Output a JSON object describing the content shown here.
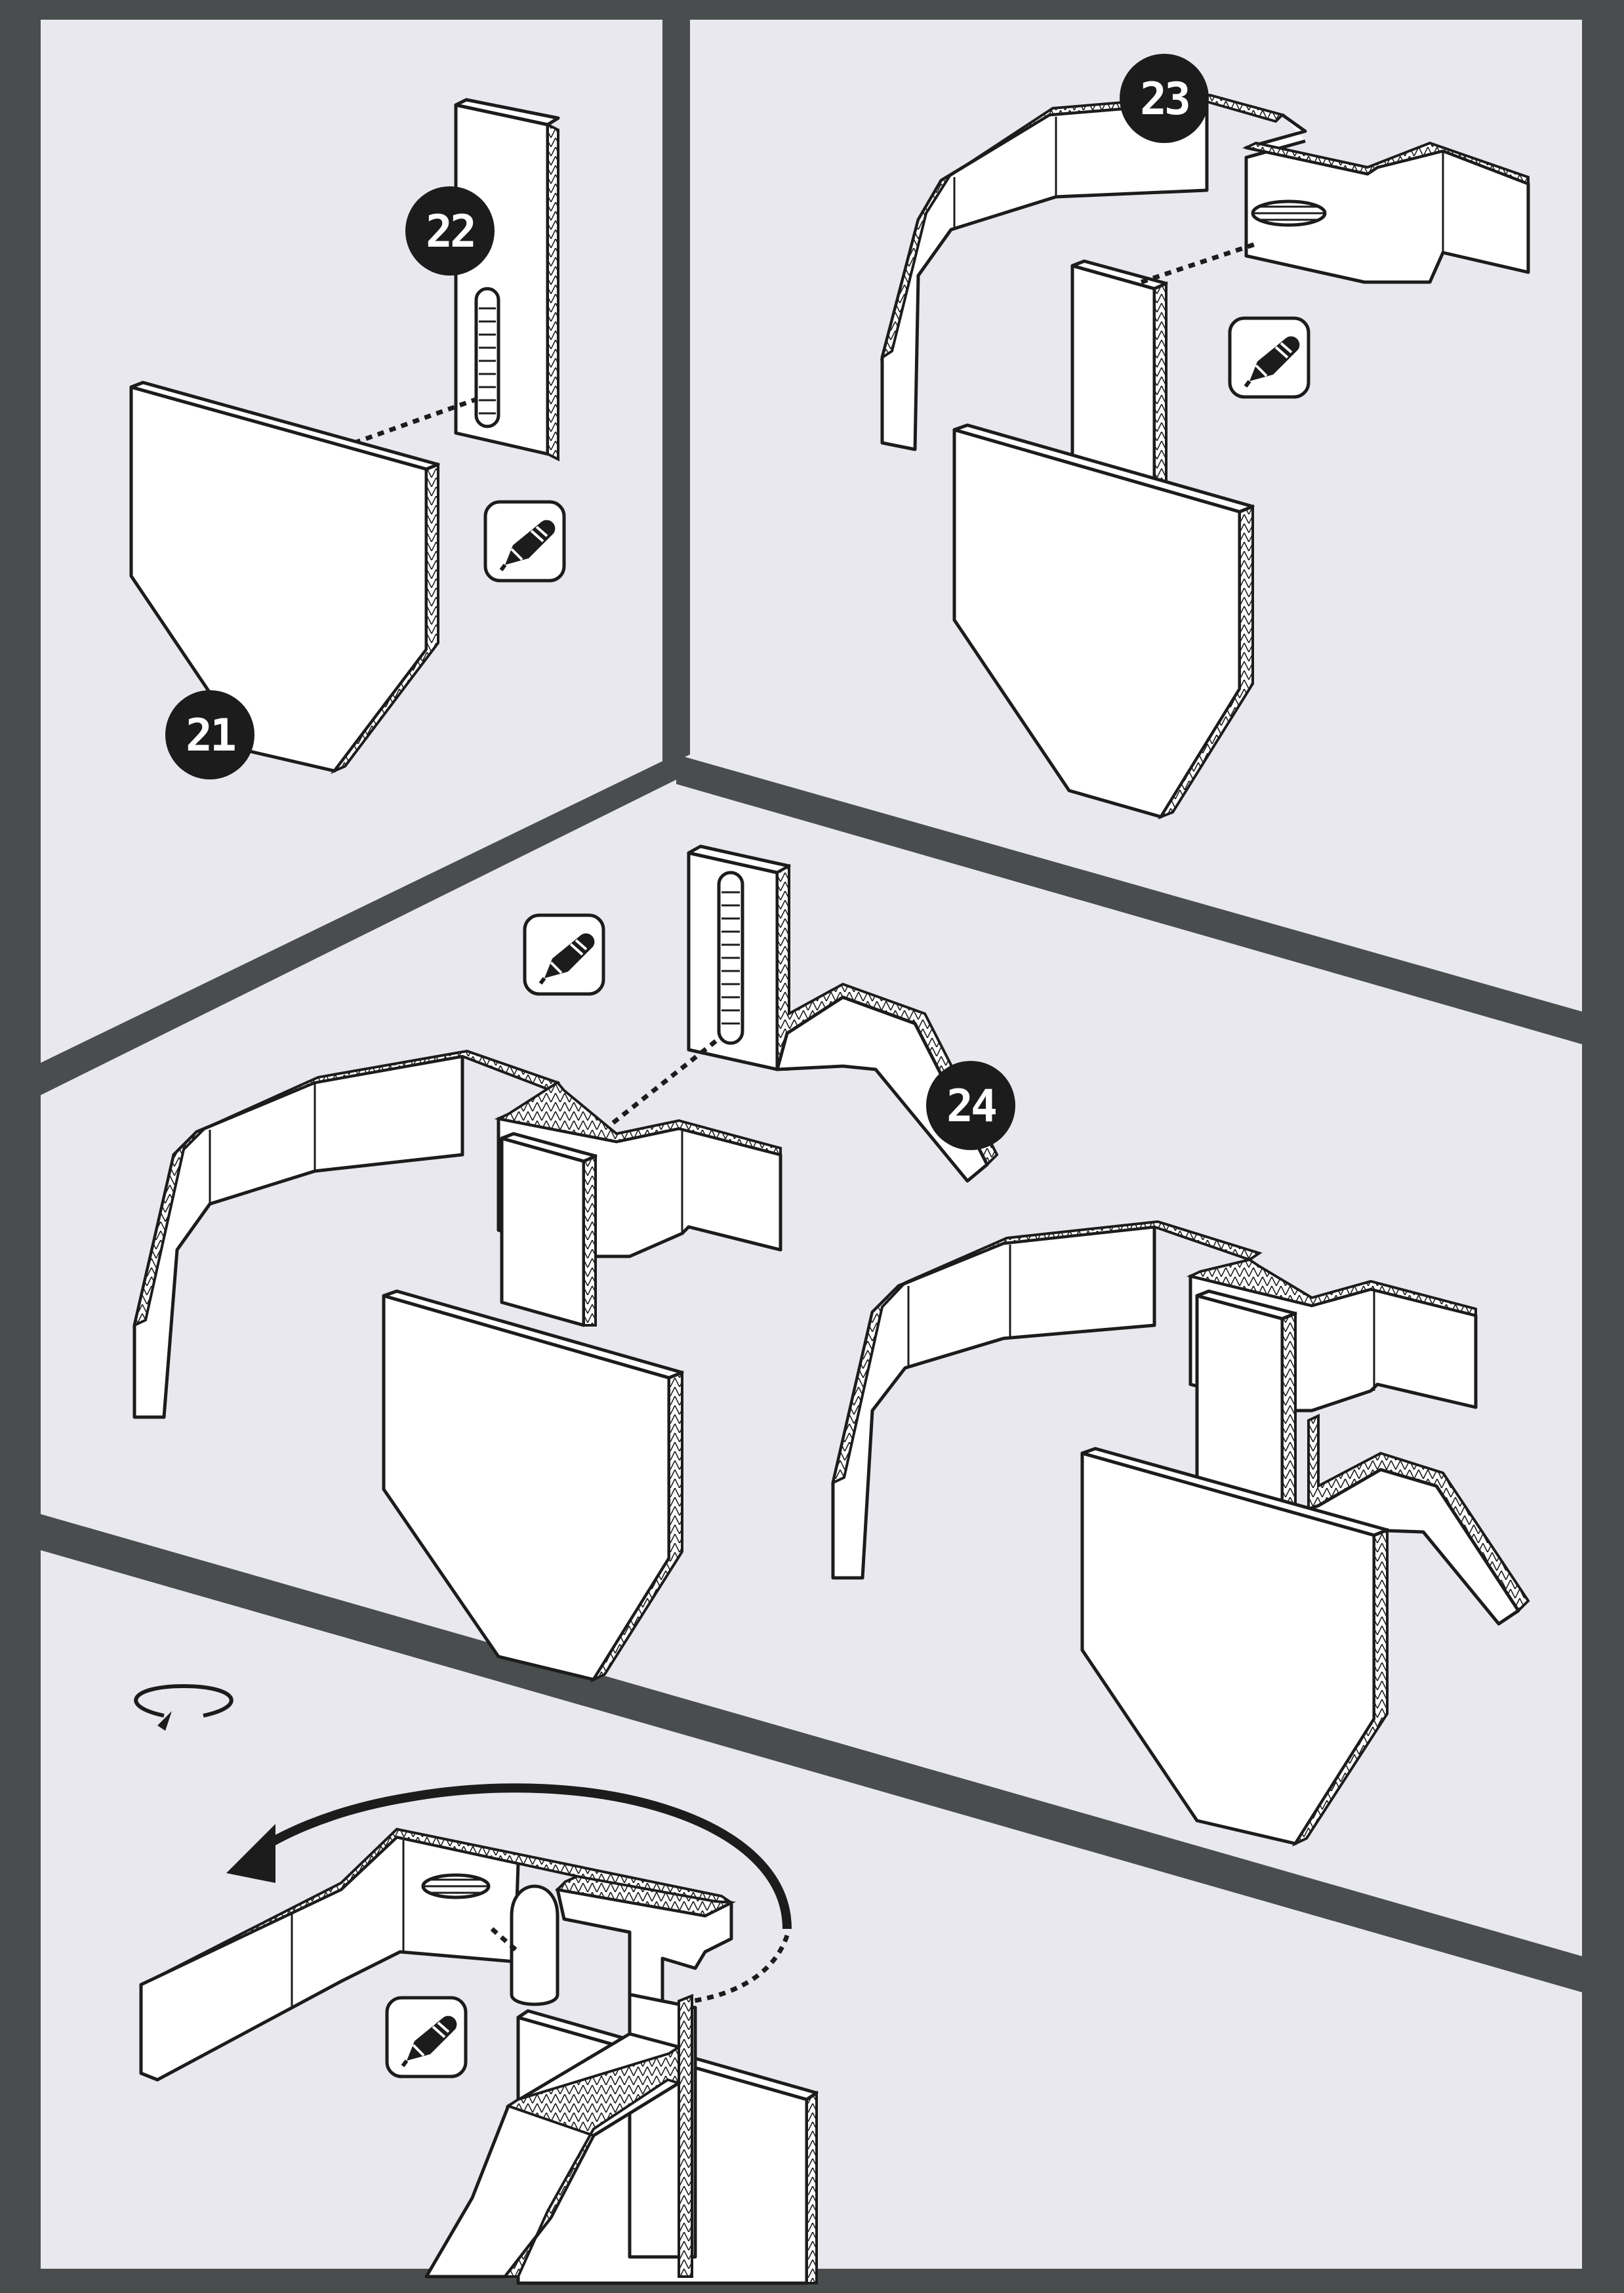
{
  "sheet": {
    "frame_color": "#4a4d4e",
    "paper_color": "#e9e8ee",
    "ink_color": "#1c1c1c"
  },
  "panels": [
    {
      "id": "panel-1",
      "part_labels": [
        "22",
        "21"
      ],
      "icons": [
        "glue-icon"
      ]
    },
    {
      "id": "panel-2",
      "part_labels": [
        "23"
      ],
      "icons": [
        "glue-icon"
      ]
    },
    {
      "id": "panel-3",
      "part_labels": [
        "24"
      ],
      "icons": [
        "glue-icon"
      ]
    },
    {
      "id": "panel-4",
      "part_labels": [],
      "icons": [
        "rotate-arrow-icon",
        "curved-arrow-icon",
        "glue-icon"
      ]
    }
  ],
  "labels": {
    "p21": "21",
    "p22": "22",
    "p23": "23",
    "p24": "24"
  }
}
